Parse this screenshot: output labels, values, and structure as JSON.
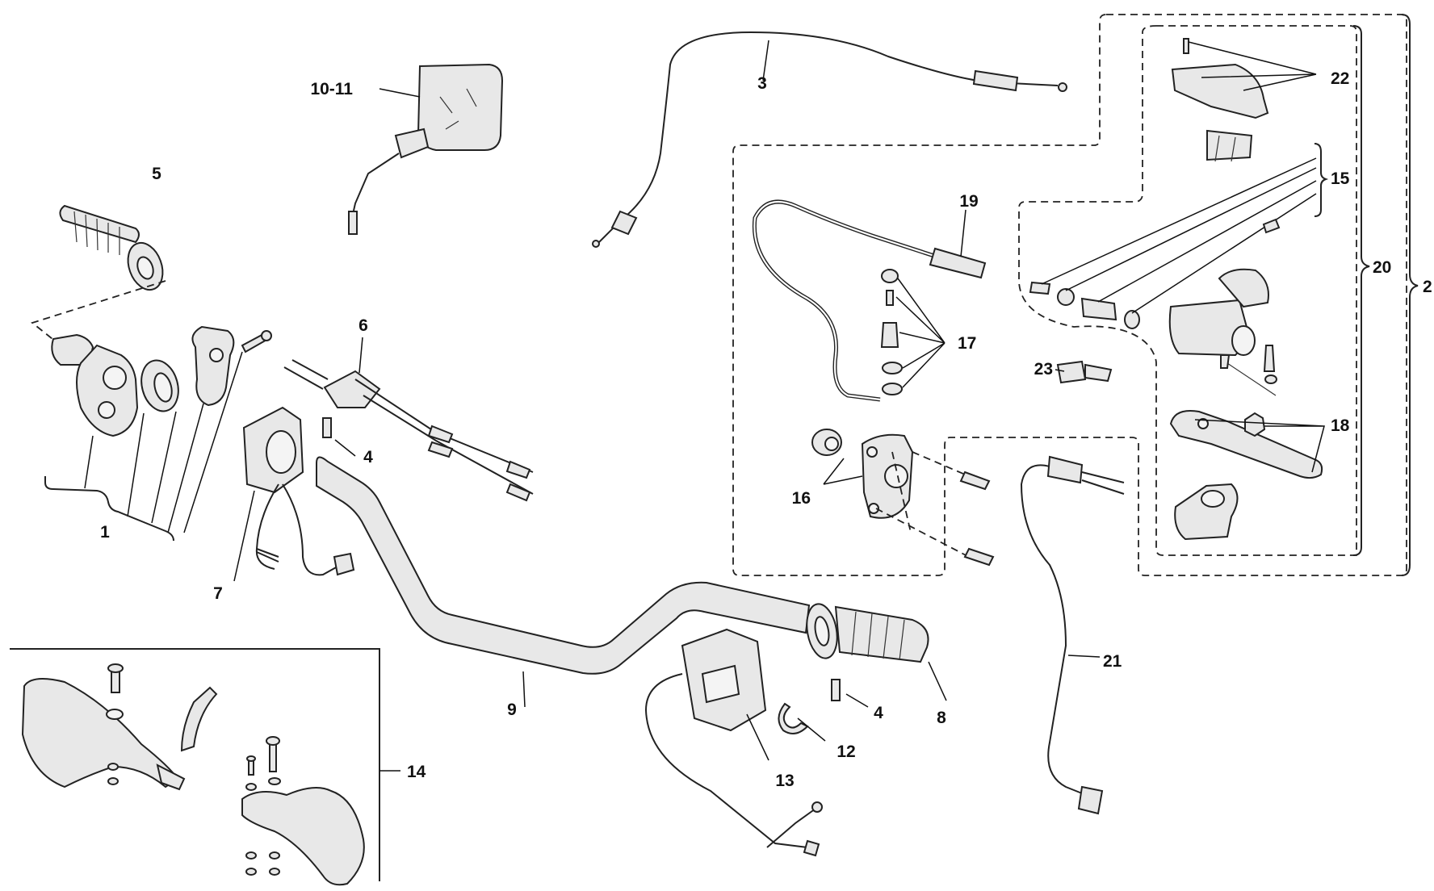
{
  "labels": {
    "l1": "1",
    "l2": "2",
    "l3": "3",
    "l4a": "4",
    "l4b": "4",
    "l5": "5",
    "l6": "6",
    "l7": "7",
    "l8": "8",
    "l9": "9",
    "l10_11": "10-11",
    "l12": "12",
    "l13": "13",
    "l14": "14",
    "l15": "15",
    "l16": "16",
    "l17": "17",
    "l18": "18",
    "l19": "19",
    "l20": "20",
    "l21": "21",
    "l22": "22",
    "l23": "23"
  }
}
